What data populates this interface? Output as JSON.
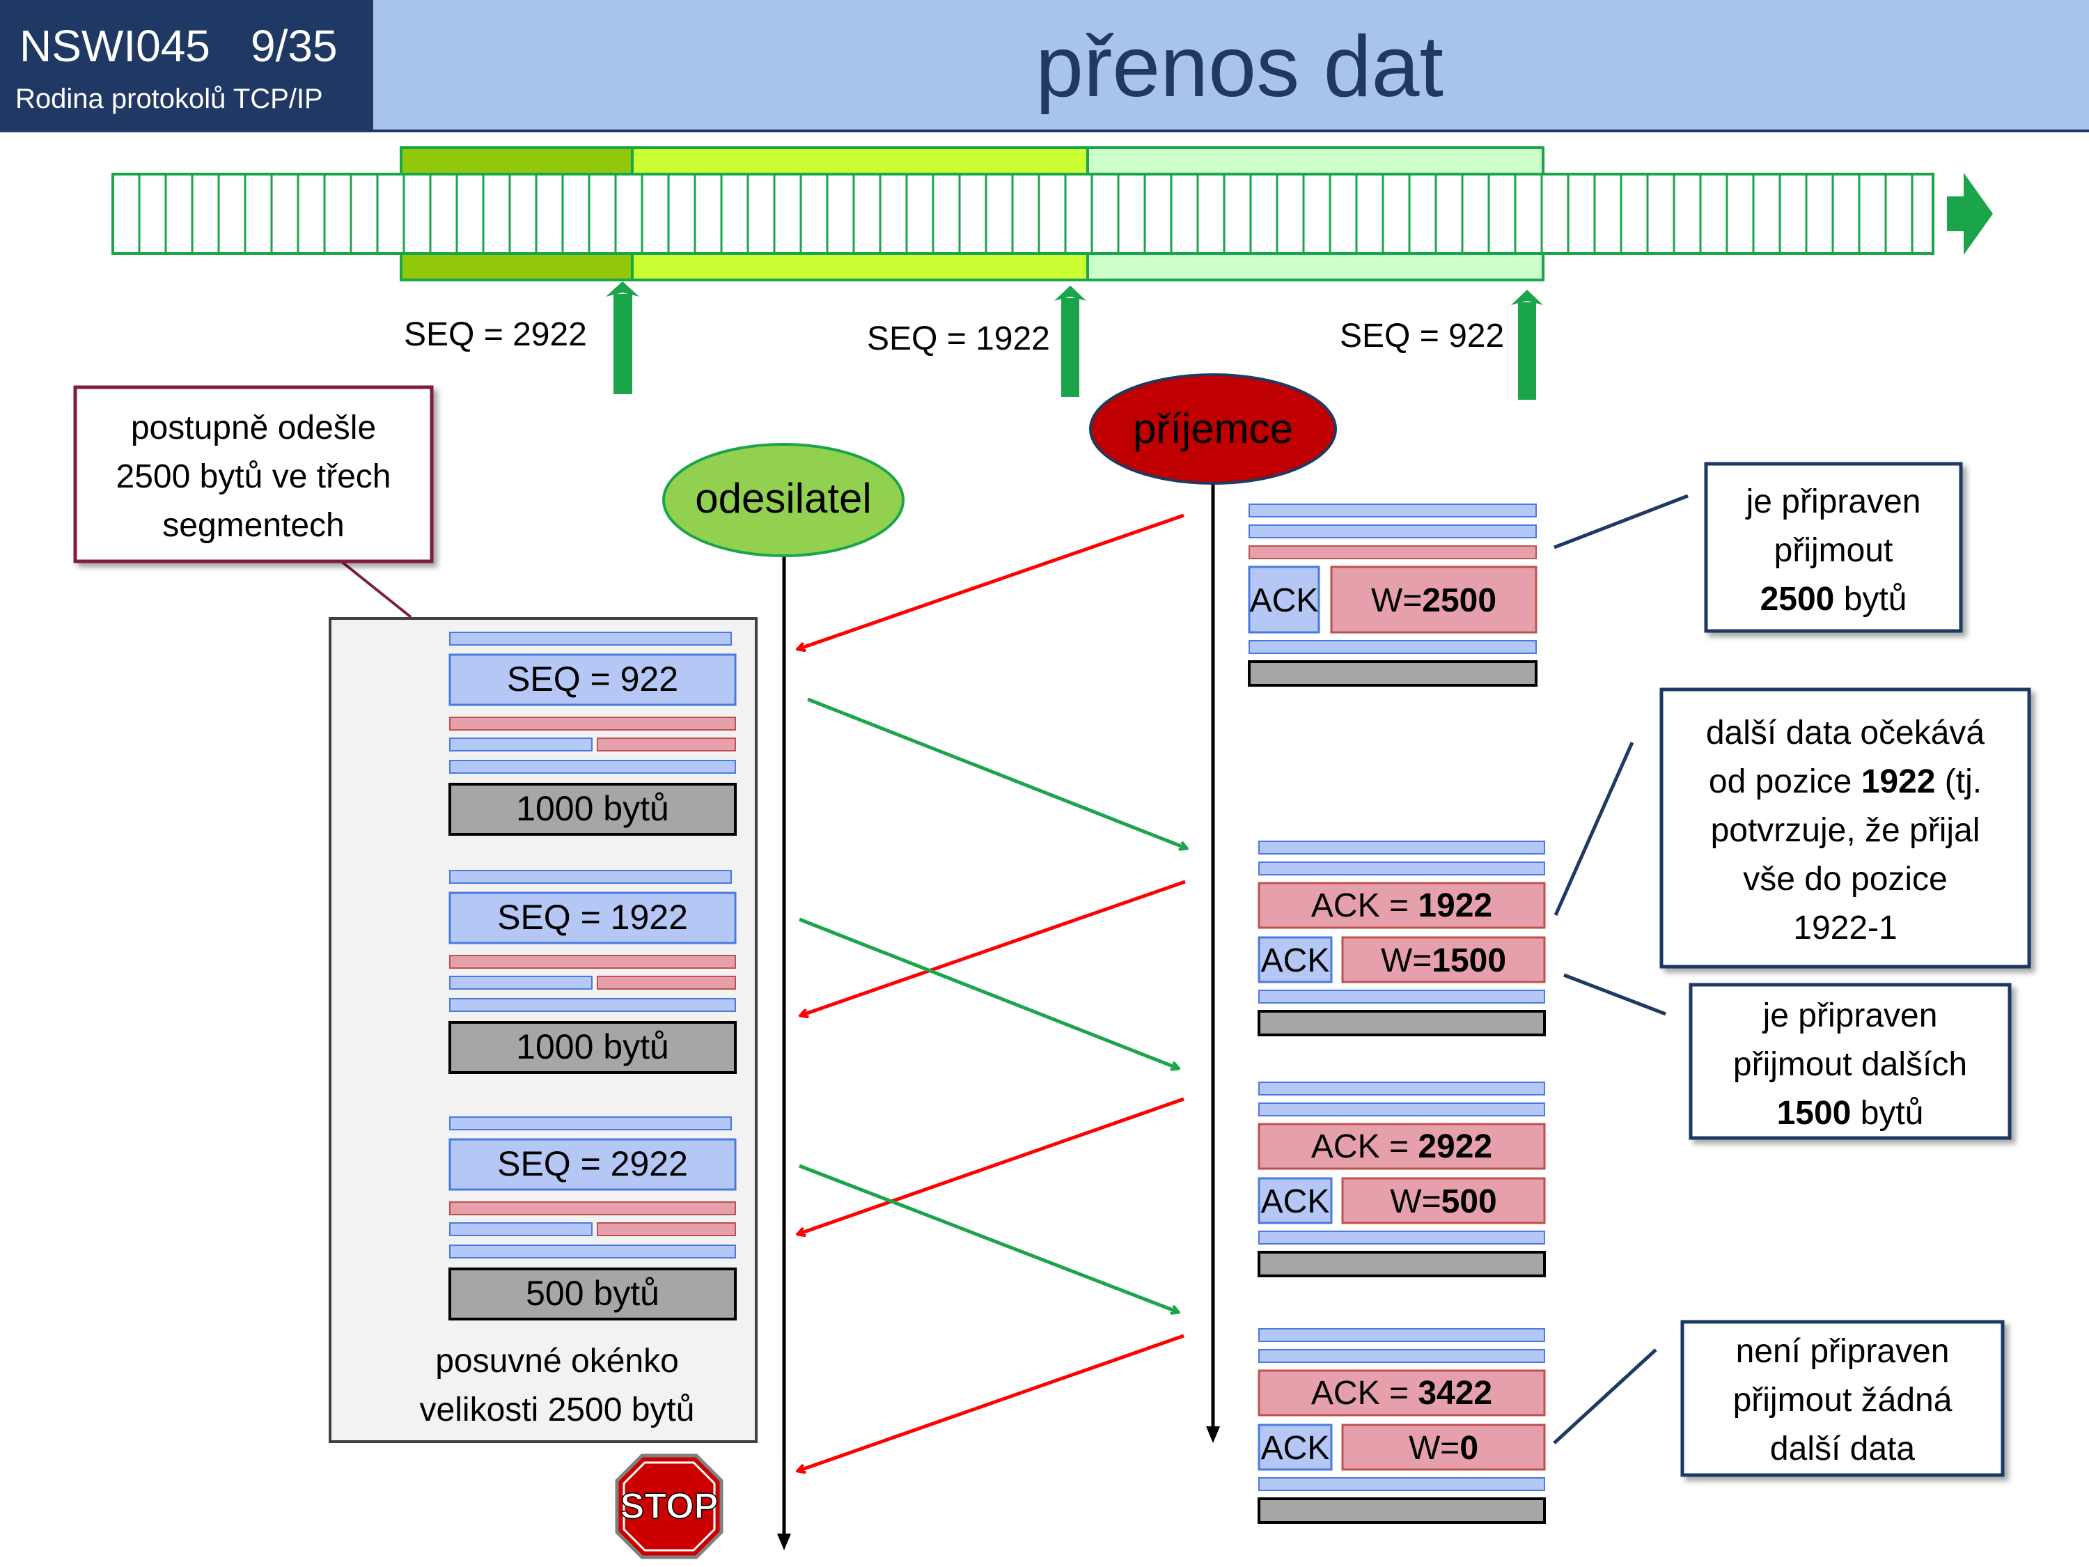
{
  "header": {
    "course": "NSWI045",
    "page": "9/35",
    "subtitle": "Rodina protokolů TCP/IP",
    "title": "přenos dat"
  },
  "seq_markers": [
    "SEQ = 2922",
    "SEQ = 1922",
    "SEQ = 922"
  ],
  "participants": {
    "sender": "odesilatel",
    "receiver": "příjemce"
  },
  "sender_callout": [
    "postupně odešle",
    "2500 bytů ve třech",
    "segmentech"
  ],
  "window_label": [
    "posuvné okénko",
    "velikosti 2500 bytů"
  ],
  "sender_segments": [
    {
      "seq": "SEQ = 922",
      "size": "1000 bytů"
    },
    {
      "seq": "SEQ = 1922",
      "size": "1000 bytů"
    },
    {
      "seq": "SEQ = 2922",
      "size": "500 bytů"
    }
  ],
  "receiver_packets": [
    {
      "ack": null,
      "ack_label": "ACK",
      "w_prefix": "W=",
      "w_value": "2500"
    },
    {
      "ack": {
        "prefix": "ACK = ",
        "value": "1922"
      },
      "ack_label": "ACK",
      "w_prefix": "W=",
      "w_value": "1500"
    },
    {
      "ack": {
        "prefix": "ACK = ",
        "value": "2922"
      },
      "ack_label": "ACK",
      "w_prefix": "W=",
      "w_value": "500"
    },
    {
      "ack": {
        "prefix": "ACK = ",
        "value": "3422"
      },
      "ack_label": "ACK",
      "w_prefix": "W=",
      "w_value": "0"
    }
  ],
  "notes": {
    "ready_2500": {
      "line1": "je připraven",
      "line2": "přijmout",
      "bold": "2500",
      "tail": " bytů"
    },
    "next_data": {
      "l1": "další data očekává",
      "l2_pre": "od pozice ",
      "l2_bold": "1922",
      "l2_post": " (tj.",
      "l3": "potvrzuje, že přijal",
      "l4": "vše do  pozice",
      "l5": "1922-1"
    },
    "ready_1500": {
      "line1": "je připraven",
      "line2": "přijmout dalších",
      "bold": "1500",
      "tail": " bytů"
    },
    "not_ready": {
      "line1": "není připraven",
      "line2": "přijmout žádná",
      "line3": "další data"
    }
  },
  "stop_sign": "STOP",
  "colors": {
    "header_bg": "#a9c4ec",
    "header_box": "#1f3864",
    "title_text": "#1f3864",
    "stream_green": "#1aa54b",
    "sender_fill": "#92d050",
    "receiver_fill": "#c00000",
    "segment_blue": "#b4c7f5",
    "segment_pink": "#e6a0ab",
    "segment_gray": "#a6a6a6",
    "ack_arrow": "#ff0000",
    "data_arrow": "#1aa54b"
  }
}
